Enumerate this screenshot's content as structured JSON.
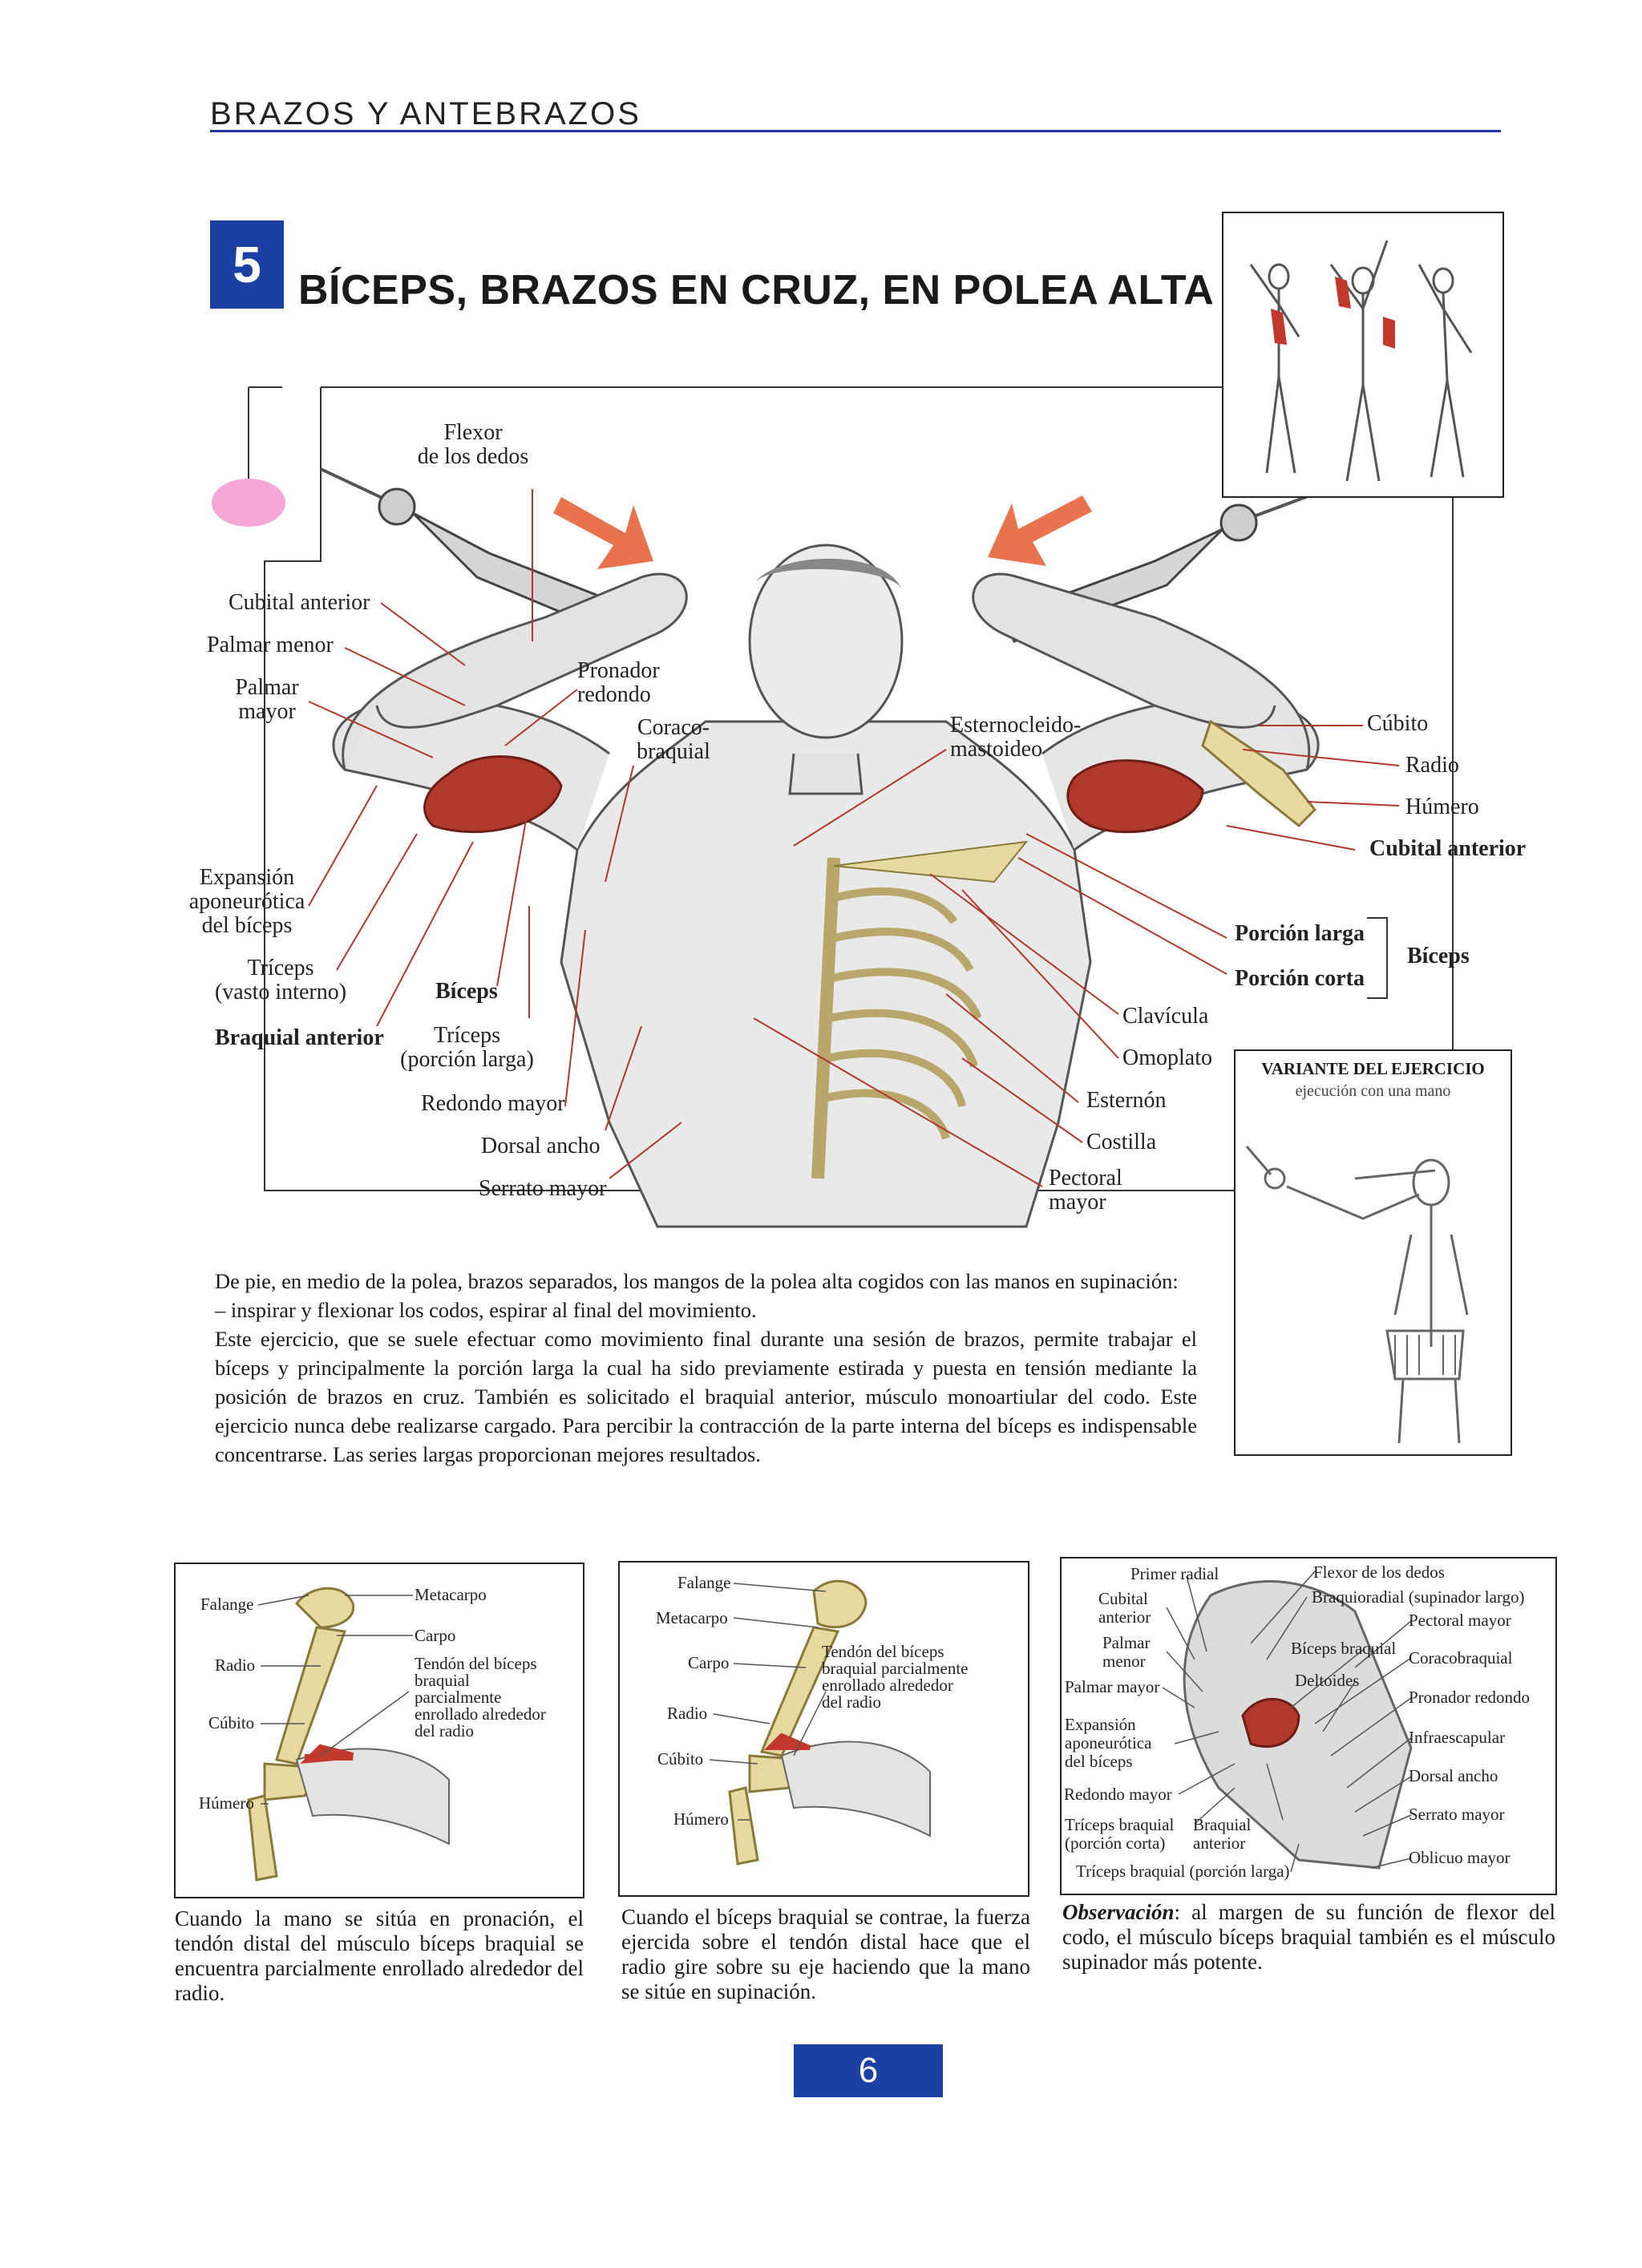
{
  "header": {
    "section_title": "BRAZOS Y ANTEBRAZOS"
  },
  "exercise": {
    "number": "5",
    "title": "BÍCEPS, BRAZOS EN CRUZ, EN POLEA ALTA"
  },
  "labels": {
    "flexor_dedos": "Flexor\nde los dedos",
    "cubital_anterior_l": "Cubital anterior",
    "palmar_menor": "Palmar menor",
    "palmar_mayor": "Palmar\nmayor",
    "pronador_redondo": "Pronador\nredondo",
    "coracobraquial": "Coraco-\nbraquial",
    "esternocleido": "Esternocleido-\nmastoideo",
    "expansion": "Expansión\naponeurótica\ndel bíceps",
    "triceps_vasto": "Tríceps\n(vasto interno)",
    "braquial_anterior": "Braquial anterior",
    "biceps_l": "Bíceps",
    "triceps_larga": "Tríceps\n(porción larga)",
    "redondo_mayor": "Redondo mayor",
    "dorsal_ancho": "Dorsal ancho",
    "serrato_mayor": "Serrato mayor",
    "cubito": "Cúbito",
    "radio": "Radio",
    "humero": "Húmero",
    "cubital_anterior_r": "Cubital anterior",
    "porcion_larga": "Porción larga",
    "porcion_corta": "Porción corta",
    "biceps_r": "Bíceps",
    "clavicula": "Clavícula",
    "omoplato": "Omoplato",
    "esternon": "Esternón",
    "costilla": "Costilla",
    "pectoral_mayor": "Pectoral\nmayor"
  },
  "variant": {
    "title": "VARIANTE DEL EJERCICIO",
    "subtitle": "ejecución con una mano"
  },
  "description": {
    "p1": "De pie, en medio de la polea, brazos separados, los mangos de la polea alta cogidos con las manos en supinación:",
    "p2": "– inspirar y flexionar los codos, espirar al final del movimiento.",
    "p3": "Este ejercicio, que se suele efectuar como movimiento final durante una sesión de brazos, permite trabajar el bíceps y principalmente la porción larga la cual ha sido previamente estirada y puesta en tensión mediante la posición de brazos en cruz. También es solicitado el braquial anterior, músculo monoartiular del codo. Este ejercicio nunca debe realizarse cargado. Para percibir la contracción de la parte interna del bíceps es indispensable concentrarse. Las series largas proporcionan mejores resultados."
  },
  "panel1": {
    "labels": {
      "falange": "Falange",
      "metacarpo": "Metacarpo",
      "carpo": "Carpo",
      "radio": "Radio",
      "tendon": "Tendón del bíceps\nbraquial\nparcialmente\nenrollado alrededor\ndel radio",
      "cubito": "Cúbito",
      "humero": "Húmero"
    },
    "caption": "Cuando la mano se sitúa en pronación, el tendón distal del músculo bíceps braquial se encuentra parcialmente enrollado alrededor del radio."
  },
  "panel2": {
    "labels": {
      "falange": "Falange",
      "metacarpo": "Metacarpo",
      "carpo": "Carpo",
      "tendon": "Tendón del bíceps\nbraquial parcialmente\nenrollado alrededor\ndel radio",
      "radio": "Radio",
      "cubito": "Cúbito",
      "humero": "Húmero"
    },
    "caption": "Cuando el bíceps braquial se contrae, la fuerza ejercida sobre el tendón distal hace que el radio gire sobre su eje haciendo que la mano se sitúe en supinación."
  },
  "panel3": {
    "labels": {
      "primer_radial": "Primer radial",
      "cubital_anterior": "Cubital\nanterior",
      "palmar_menor": "Palmar\nmenor",
      "palmar_mayor": "Palmar mayor",
      "expansion": "Expansión\naponeurótica\ndel bíceps",
      "redondo_mayor": "Redondo mayor",
      "triceps_corta": "Tríceps braquial\n(porción corta)",
      "braquial_anterior": "Braquial\nanterior",
      "triceps_larga": "Tríceps braquial (porción larga)",
      "flexor_dedos": "Flexor de los dedos",
      "braquioradial": "Braquioradial (supinador largo)",
      "pectoral_mayor": "Pectoral mayor",
      "biceps_braquial": "Bíceps braquial",
      "coracobraquial": "Coracobraquial",
      "deltoides": "Deltoides",
      "pronador_redondo": "Pronador redondo",
      "infraescapular": "Infraescapular",
      "dorsal_ancho": "Dorsal ancho",
      "serrato_mayor": "Serrato mayor",
      "oblicuo_mayor": "Oblicuo mayor"
    },
    "caption_bold": "Observación",
    "caption": ": al margen de su función de flexor del codo, el músculo bíceps braquial también es el músculo supinador más potente."
  },
  "footer": {
    "page_number": "6"
  },
  "colors": {
    "accent_blue": "#1b3fa3",
    "muscle_red": "#b0392c",
    "arrow_orange": "#e8643c",
    "marker_pink": "#f4a6d6"
  }
}
